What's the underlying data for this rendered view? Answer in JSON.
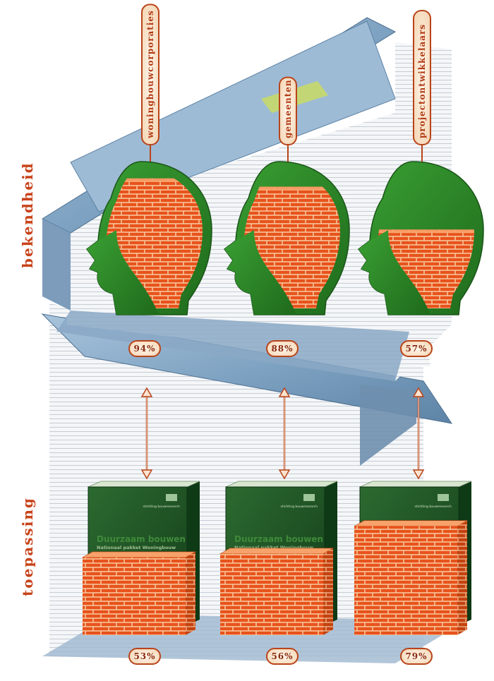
{
  "side_labels": {
    "awareness": "bekendheid",
    "application": "toepassing"
  },
  "groups": [
    {
      "key": "woningbouwcorporaties",
      "label": "woningbouwcorporaties",
      "awareness_pct": 94,
      "awareness_label": "94%",
      "application_pct": 53,
      "application_label": "53%"
    },
    {
      "key": "gemeenten",
      "label": "gemeenten",
      "awareness_pct": 88,
      "awareness_label": "88%",
      "application_pct": 56,
      "application_label": "56%"
    },
    {
      "key": "projectontwikkelaars",
      "label": "projectontwikkelaars",
      "awareness_pct": 57,
      "awareness_label": "57%",
      "application_pct": 79,
      "application_label": "79%"
    }
  ],
  "book": {
    "title": "Duurzaam bouwen",
    "subtitle": "Nationaal pakket Woningbouw",
    "publisher": "stichting bouwresearch"
  },
  "colors": {
    "label_orange": "#c8431a",
    "brick": "#e8531c",
    "mortar": "#f7c49a",
    "head_green": "#2e8a2a",
    "book_green": "#1f5a28",
    "book_blue": "#7fa3c2"
  },
  "icons": [
    "head-silhouette-icon",
    "double-arrow-icon",
    "book-icon",
    "brick-wall"
  ]
}
